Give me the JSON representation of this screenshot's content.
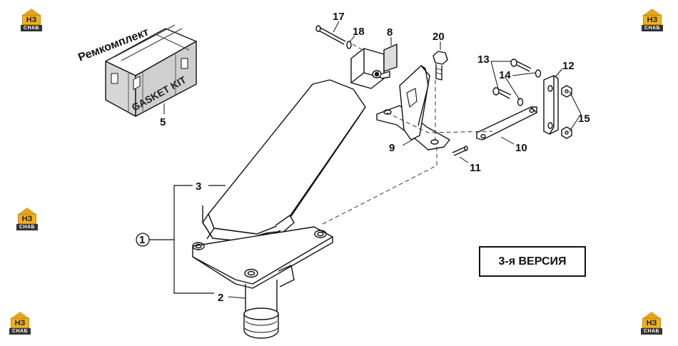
{
  "logo": {
    "letters": "НЗ",
    "tag": "СНАБ",
    "accent": "#f2b01e"
  },
  "kit": {
    "title": "Ремкомплект",
    "box_text": "GASKET KIT"
  },
  "version_label": "3-я ВЕРСИЯ",
  "callouts": {
    "c1": "1",
    "c2": "2",
    "c3": "3",
    "c5": "5",
    "c8": "8",
    "c9": "9",
    "c10": "10",
    "c11": "11",
    "c12": "12",
    "c13": "13",
    "c14": "14",
    "c15": "15",
    "c17": "17",
    "c18": "18",
    "c20": "20"
  }
}
